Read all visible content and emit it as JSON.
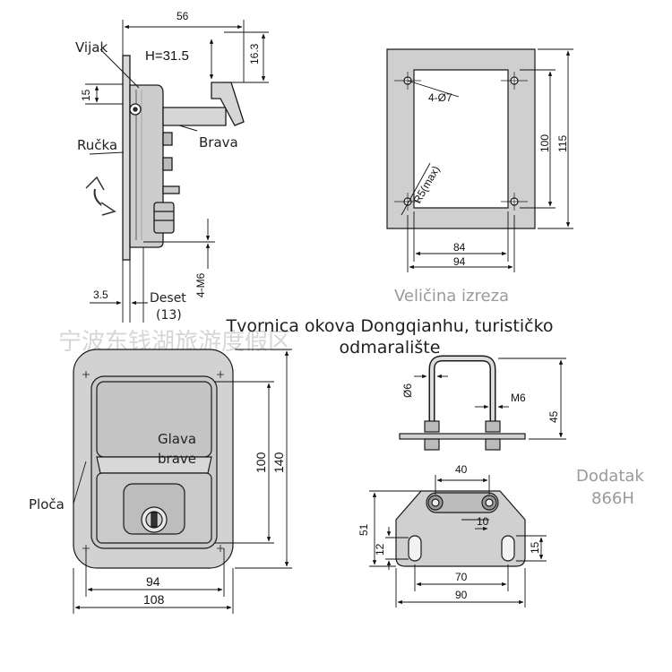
{
  "labels": {
    "vijak": "Vijak",
    "rucka": "Ručka",
    "brava": "Brava",
    "deset": "Deset",
    "deset_sub": "(13)",
    "glava": "Glava",
    "brave": "brave",
    "ploca": "Ploča",
    "velicina": "Veličina izreza",
    "caption": "Tvornica okova Dongqianhu, turističko odmaralište",
    "dodatak": "Dodatak",
    "model": "866H",
    "watermark": "宁波东钱湖旅游度假区"
  },
  "dims": {
    "side_56": "56",
    "side_h": "H=31.5",
    "side_16_3": "16.3",
    "side_15": "15",
    "side_4m6": "4-M6",
    "side_3_5": "3.5",
    "cut_4phi7": "4-Ø7",
    "cut_r5": "R5(max)",
    "cut_100": "100",
    "cut_115": "115",
    "cut_84": "84",
    "cut_94": "94",
    "front_100": "100",
    "front_140": "140",
    "front_94": "94",
    "front_108": "108",
    "acc_phi6": "Ø6",
    "acc_m6": "M6",
    "acc_45": "45",
    "acc_40": "40",
    "acc_51": "51",
    "acc_10": "10",
    "acc_12": "12",
    "acc_15": "15",
    "acc_70": "70",
    "acc_90": "90"
  },
  "colors": {
    "metal": "#cfcfcf",
    "line": "#1a1a1a",
    "grey_text": "#9a9a9a"
  }
}
